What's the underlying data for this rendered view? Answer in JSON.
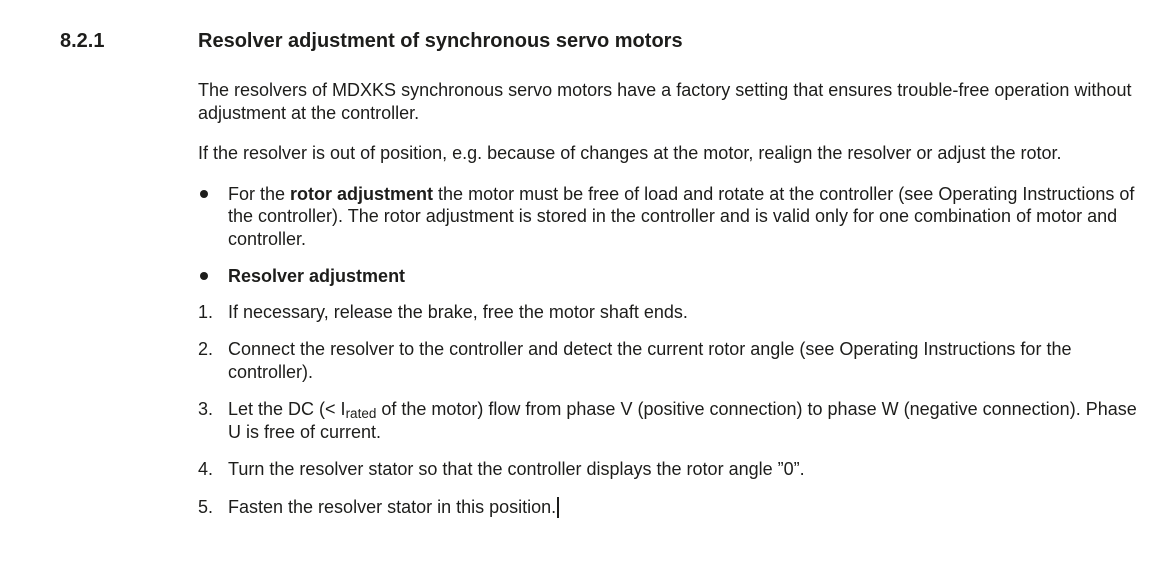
{
  "page": {
    "background_color": "#ffffff",
    "text_color": "#1d1d1b"
  },
  "section": {
    "number": "8.2.1",
    "title": "Resolver adjustment of synchronous servo motors"
  },
  "paragraphs": {
    "p1": "The resolvers of MDXKS synchronous servo motors have a factory setting that ensures trouble-free operation without adjustment at the controller.",
    "p2": "If the resolver is out of position, e.g. because of changes at the motor, realign the resolver or adjust the rotor."
  },
  "bullets": [
    {
      "prefix": "For the ",
      "bold": "rotor adjustment",
      "rest": " the motor must be free of load and rotate at the controller (see Operating Instructions of the controller). The rotor adjustment is stored in the controller and is valid only for one combination of motor and controller."
    },
    {
      "prefix": "",
      "bold": "Resolver adjustment",
      "rest": ""
    }
  ],
  "steps": [
    {
      "num": "1.",
      "pre": "If necessary, release the brake, free the motor shaft ends."
    },
    {
      "num": "2.",
      "pre": "Connect the resolver to the controller and detect the current rotor angle (see Operating Instructions for the controller)."
    },
    {
      "num": "3.",
      "pre": "Let the DC (< I",
      "sub": "rated",
      "post": " of the motor) flow from phase V (positive connection) to phase W (negative connection). Phase U is free of current."
    },
    {
      "num": "4.",
      "pre": "Turn the resolver stator so that the controller displays the rotor angle ”0”."
    },
    {
      "num": "5.",
      "pre": "Fasten the resolver stator in this position."
    }
  ]
}
